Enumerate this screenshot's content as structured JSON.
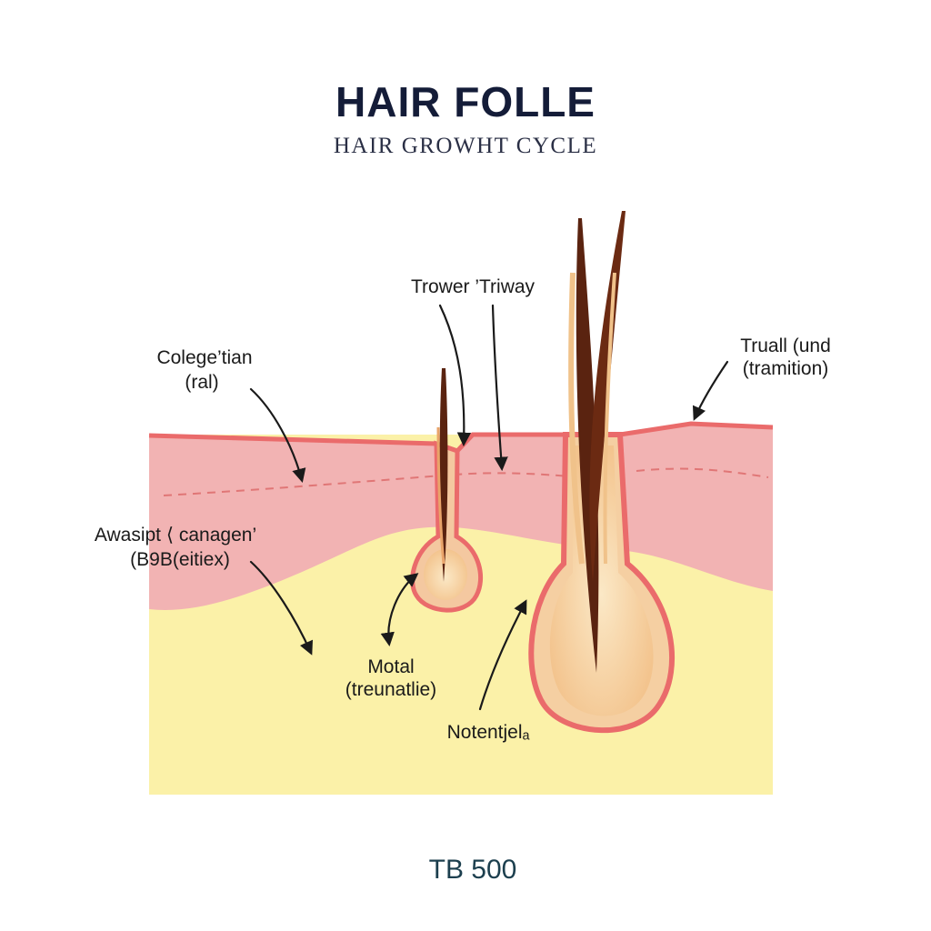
{
  "title": "HAIR FOLLE",
  "subtitle": "HAIR GROWHT CYCLE",
  "labels": {
    "top_center": "Trower ’Triway",
    "upper_left_line1": "Colege’tian",
    "upper_left_line2": "(ral)",
    "upper_right_line1": "Truall (und",
    "upper_right_line2": "(tramition)",
    "mid_left_line1": "Awasipt ⟨ canagen’",
    "mid_left_line2": "(B9B(eitiex)",
    "center_line1": "Motal",
    "center_line2": "(treunatlie)",
    "bottom_right": "Notentjelₐ"
  },
  "footer": "TB 500",
  "colors": {
    "skin_outer": "#f2b3b3",
    "skin_border": "#ea6b6b",
    "dermis": "#fbf1a8",
    "follicle_outer": "#f5cfa2",
    "follicle_inner": "#f7e0b8",
    "hair_shaft": "#5a2310",
    "title": "#141c38",
    "footer": "#1c3f4e"
  }
}
